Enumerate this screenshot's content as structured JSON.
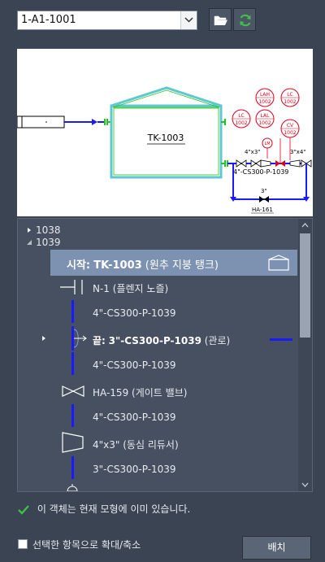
{
  "toolbar": {
    "drawing_select_value": "1-A1-1001",
    "icons": [
      "folder-open-icon",
      "refresh-icon"
    ],
    "accent_green": "#3fbf4a"
  },
  "preview": {
    "tank_label": "TK-1003",
    "pipe_label_main": "4\"-CS300-P-1039",
    "pipe_label_bottom": "3\"",
    "valve_label": "HA-161",
    "reducer_labels": [
      "4\"x3\"",
      "3\"x4\""
    ],
    "instruments": [
      {
        "line1": "LAH",
        "line2": "1002"
      },
      {
        "line1": "LC",
        "line2": "1002"
      },
      {
        "line1": "LC",
        "line2": "1002"
      },
      {
        "line1": "LAL",
        "line2": "1002"
      },
      {
        "line1": "CV",
        "line2": "1002"
      },
      {
        "line1": "LM",
        "line2": ""
      }
    ],
    "colors": {
      "tank": "#5fc7cf",
      "pipe": "#1a1aff",
      "instrument": "#e0001a",
      "nozzle": "#22c422"
    }
  },
  "tree": {
    "nodes": [
      {
        "label": "1038"
      },
      {
        "label": "1039"
      }
    ],
    "items": [
      {
        "prefix": "시작:",
        "name": "TK-1003",
        "desc": "(원추 지붕 탱크)",
        "icon": "tank-icon"
      },
      {
        "name": "N-1",
        "desc": "(플렌지 노즐)",
        "icon": "flange-nozzle-icon"
      },
      {
        "name": "4\"-CS300-P-1039",
        "icon": "pipe-segment-icon"
      },
      {
        "prefix": "끝:",
        "name": "3\"-CS300-P-1039",
        "desc": "(관로)",
        "icon": "pipe-end-icon"
      },
      {
        "name": "4\"-CS300-P-1039",
        "icon": "pipe-segment-icon"
      },
      {
        "name": "HA-159",
        "desc": "(게이트 밸브)",
        "icon": "gate-valve-icon"
      },
      {
        "name": "4\"-CS300-P-1039",
        "icon": "pipe-segment-icon"
      },
      {
        "name": "4\"x3\"",
        "desc": "(동심 리듀서)",
        "icon": "reducer-icon"
      },
      {
        "name": "3\"-CS300-P-1039",
        "icon": "pipe-segment-icon"
      }
    ]
  },
  "status": {
    "message": "이 객체는 현재 모형에 이미 있습니다."
  },
  "footer": {
    "zoom_label": "선택한 항목으로 확대/축소",
    "place_button": "배치"
  }
}
